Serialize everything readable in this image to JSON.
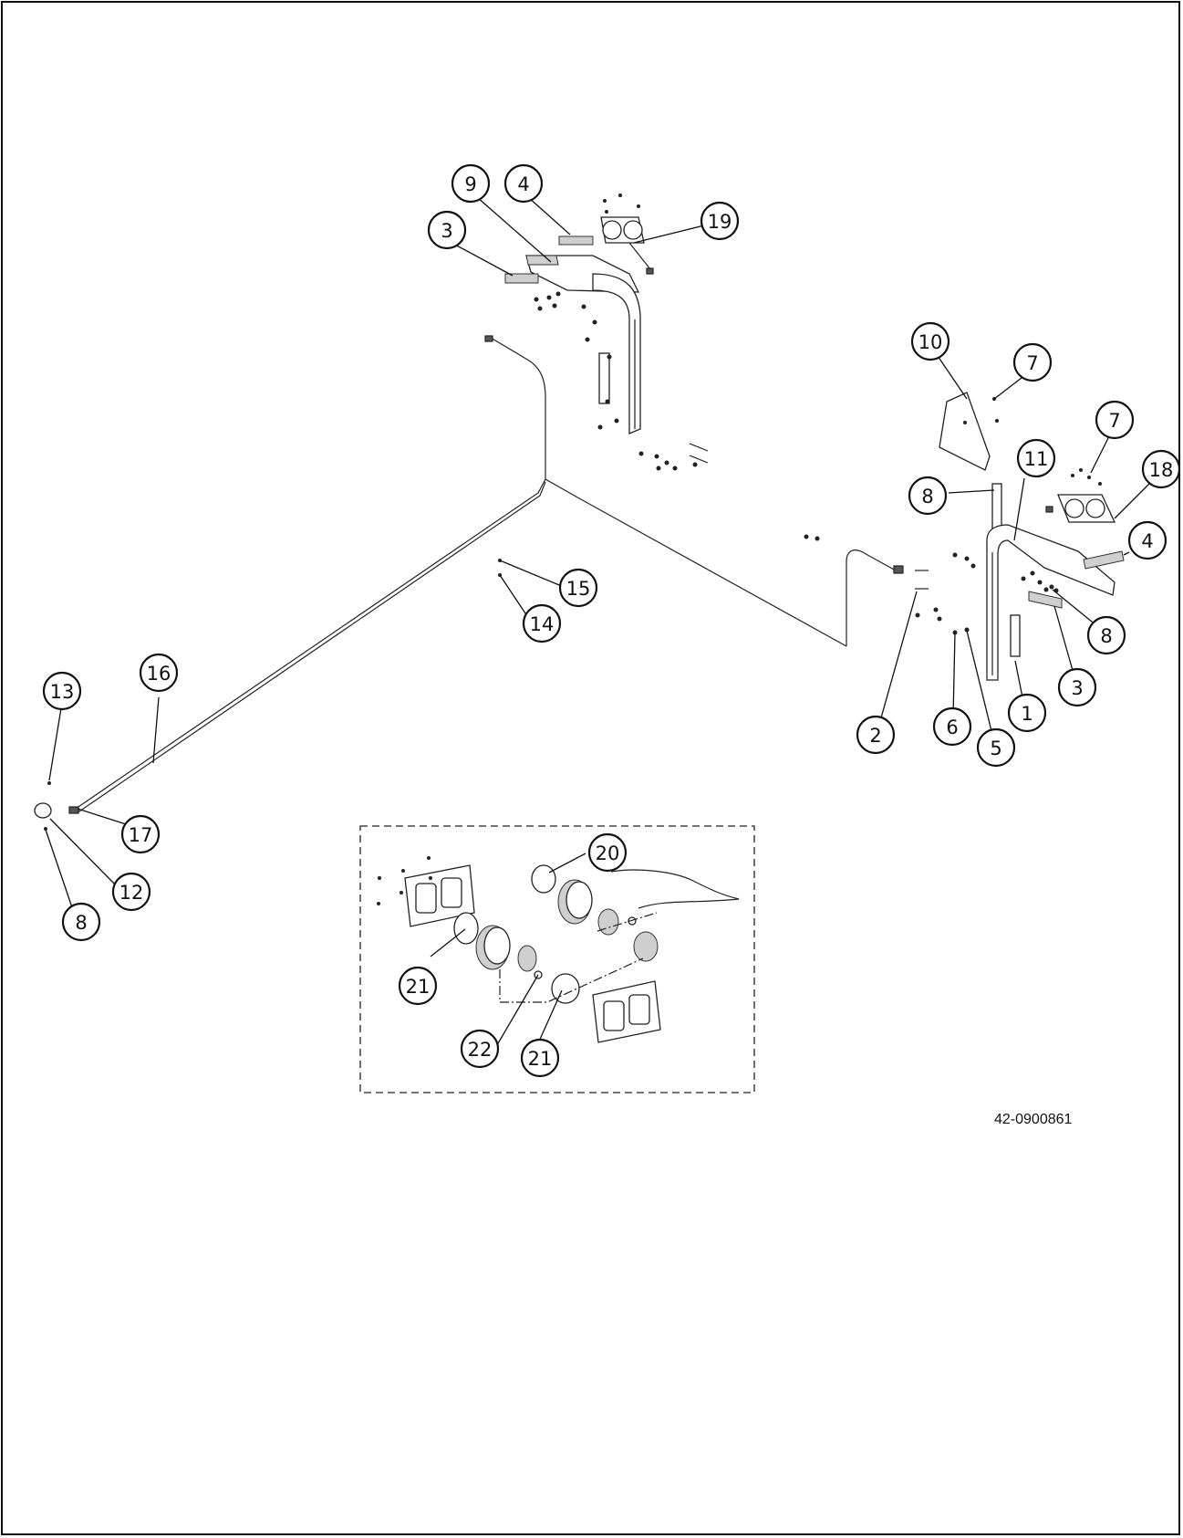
{
  "drawing": {
    "document_number": "42-0900861",
    "callouts": [
      "1",
      "2",
      "3",
      "4",
      "5",
      "6",
      "7",
      "8",
      "9",
      "10",
      "11",
      "12",
      "13",
      "14",
      "15",
      "16",
      "17",
      "18",
      "19",
      "20",
      "21",
      "22"
    ]
  },
  "colors": {
    "line": "#111111",
    "background": "#ffffff"
  }
}
